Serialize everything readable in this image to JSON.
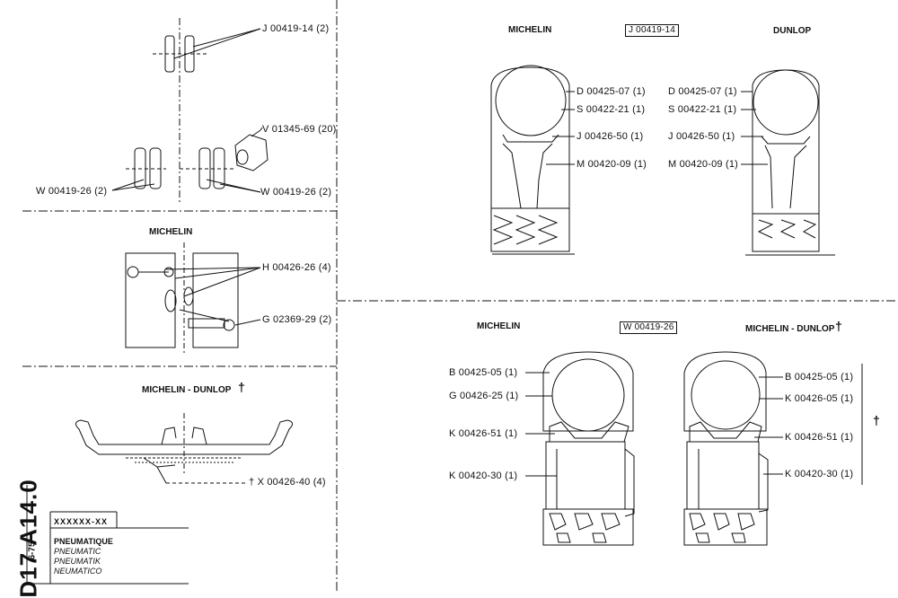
{
  "top_left": {
    "j_label": "J 00419-14 (2)",
    "v_label": "V 01345-69 (20)",
    "w_left_label": "W 00419-26 (2)",
    "w_right_label": "W 00419-26 (2)"
  },
  "michelin_detail": {
    "title": "MICHELIN",
    "h_label": "H 00426-26 (4)",
    "g_label": "G 02369-29 (2)"
  },
  "michelin_dunlop_detail": {
    "title": "MICHELIN  -  DUNLOP",
    "dagger": "†",
    "x_label": "† X 00426-40 (4)"
  },
  "top_right": {
    "michelin_title": "MICHELIN",
    "ref_box": "J 00419-14",
    "dunlop_title": "DUNLOP",
    "left_parts": [
      "D 00425-07 (1)",
      "S 00422-21 (1)",
      "J 00426-50 (1)",
      "M 00420-09 (1)"
    ],
    "right_parts": [
      "D 00425-07 (1)",
      "S 00422-21 (1)",
      "J 00426-50 (1)",
      "M 00420-09 (1)"
    ],
    "left_caption": "MICHELIN",
    "right_caption": "DUNLOP"
  },
  "bottom_right": {
    "michelin_title": "MICHELIN",
    "ref_box": "W 00419-26",
    "md_title": "MICHELIN - DUNLOP",
    "dagger": "†",
    "left_parts": [
      "B 00425-05 (1)",
      "G 00426-25 (1)",
      "K 00426-51 (1)",
      "K 00420-30 (1)"
    ],
    "right_parts": [
      "B 00425-05 (1)",
      "K 00426-05 (1)",
      "K 00426-51 (1)",
      "K 00420-30 (1)"
    ]
  },
  "title_block": {
    "code": "D17 A14.0",
    "date": "6-75",
    "ref": "XXXXXX-XX",
    "names": [
      "PNEUMATIQUE",
      "PNEUMATIC",
      "PNEUMATIK",
      "NEUMATICO"
    ]
  }
}
